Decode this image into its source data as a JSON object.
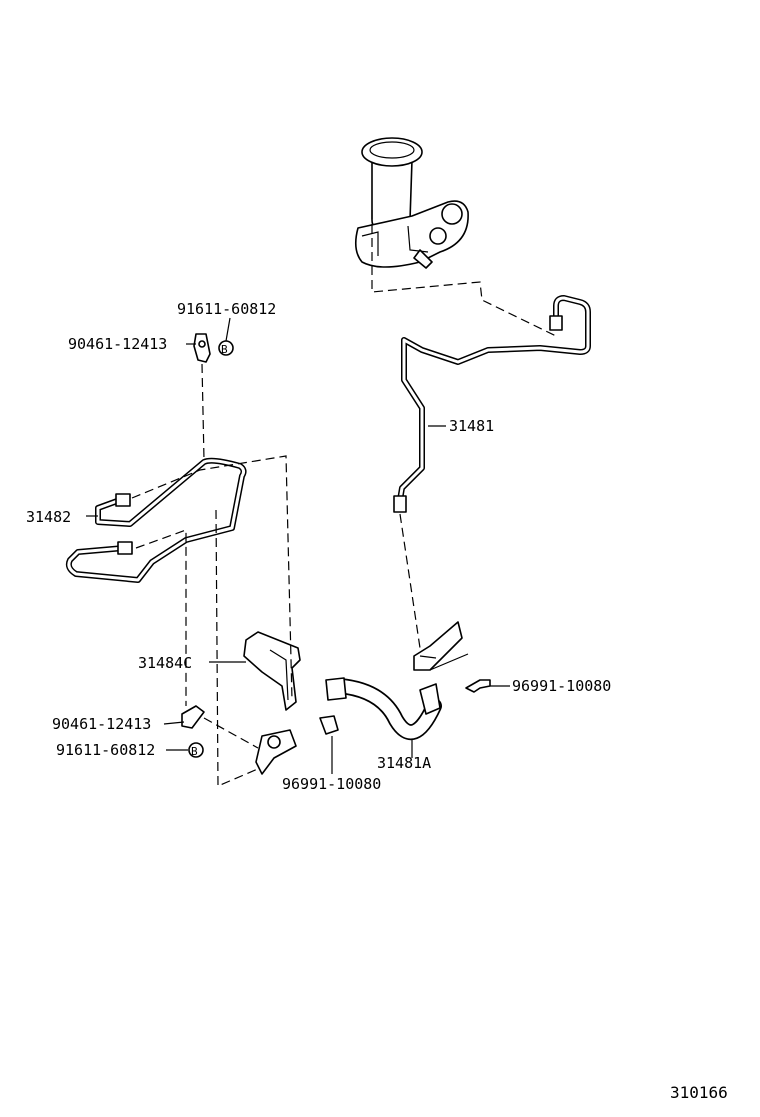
{
  "parts": {
    "p31481": "31481",
    "p31482": "31482",
    "p31484c": "31484C",
    "p31481a": "31481A",
    "gasket_top": "91611-60812",
    "bolt_top": "90461-12413",
    "bolt_bottom": "90461-12413",
    "gasket_bottom": "91611-60812",
    "clip_right": "96991-10080",
    "clip_bottom": "96991-10080"
  },
  "markers": {
    "gasket_top": "B",
    "gasket_bottom": "B"
  },
  "figure_id": "310166"
}
